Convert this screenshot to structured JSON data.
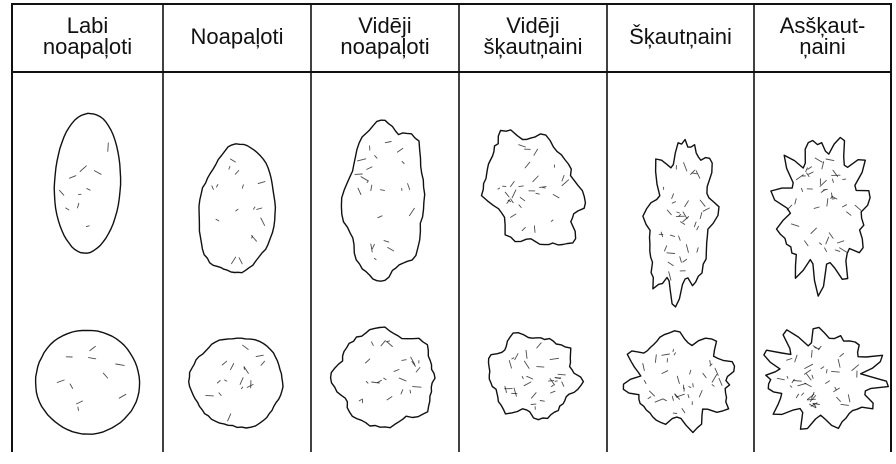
{
  "table": {
    "columns": [
      {
        "id": "labi-noapaloti",
        "label": "Labi\nnoapaļoti"
      },
      {
        "id": "noapaloti",
        "label": "Noapaļoti"
      },
      {
        "id": "videji-noapaloti",
        "label": "Vidēji\nnoapaļoti"
      },
      {
        "id": "videji-skautnaini",
        "label": "Vidēji\nšķautņaini"
      },
      {
        "id": "skautnaini",
        "label": "Šķautņaini"
      },
      {
        "id": "asskautnaini",
        "label": "Asšķaut-\nņaini"
      }
    ],
    "rows": [
      "elongated-view",
      "isometric-view"
    ]
  },
  "colors": {
    "ink": "#111111",
    "background": "#ffffff"
  }
}
